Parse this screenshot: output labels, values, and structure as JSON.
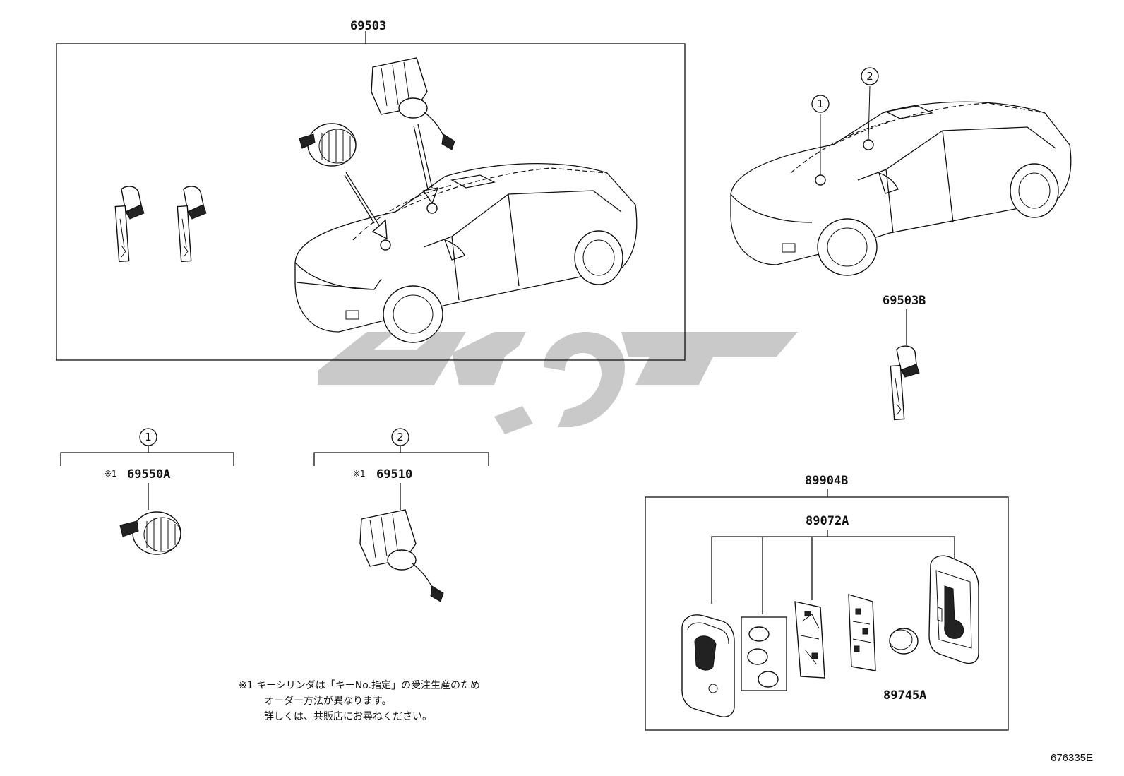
{
  "parts": {
    "lock_set": "69503",
    "key_blank": "69503B",
    "door_cylinder": "69550A",
    "ignition_cylinder": "69510",
    "smart_key_assy": "89904B",
    "transmitter": "89072A",
    "battery": "89745A"
  },
  "markers": {
    "one": "1",
    "two": "2",
    "note_ref": "※1"
  },
  "note_lines": [
    "※1 キーシリンダは「キーNo.指定」の受注生産のため",
    "オーダー方法が異なります。",
    "詳しくは、共販店にお尋ねください。"
  ],
  "figure_id": "676335E",
  "watermark": "کوپارکت",
  "colors": {
    "ink": "#111111",
    "watermark": "#c9c9c9",
    "background": "#ffffff"
  }
}
